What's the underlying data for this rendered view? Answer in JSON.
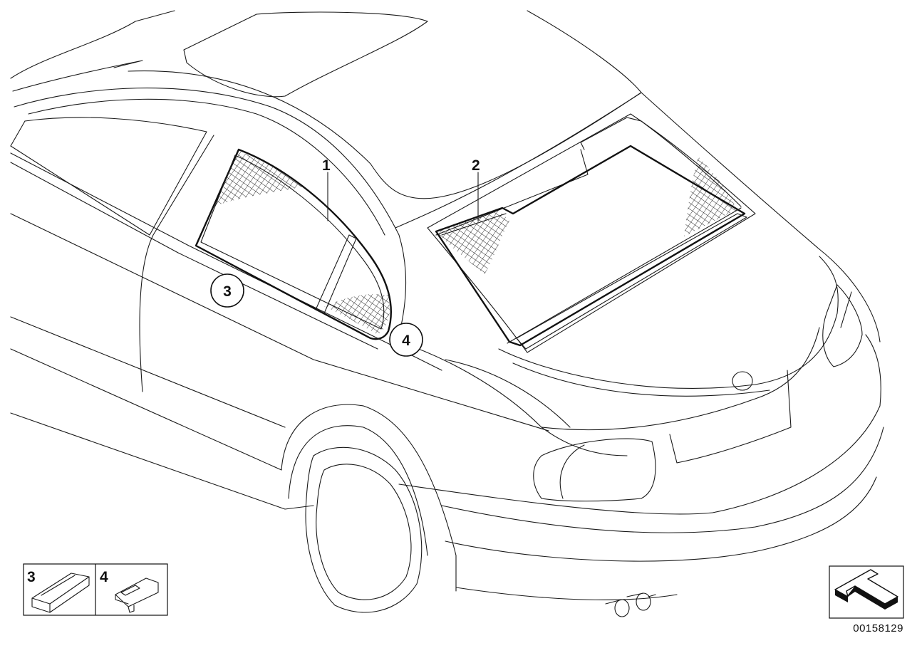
{
  "diagram": {
    "part_labels": {
      "p1": "1",
      "p2": "2",
      "p3": "3",
      "p4": "4"
    },
    "legend": {
      "item3": "3",
      "item4": "4"
    },
    "code": "00158129",
    "colors": {
      "line": "#1a1a1a",
      "background": "#ffffff"
    }
  }
}
